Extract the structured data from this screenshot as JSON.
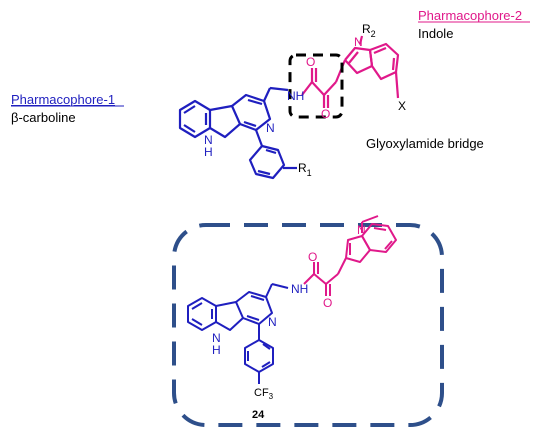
{
  "pharmacophore_1": {
    "title": "Pharmacophore-1",
    "subtitle": "β-carboline"
  },
  "pharmacophore_2": {
    "title": "Pharmacophore-2",
    "subtitle": "Indole"
  },
  "bridge_label": "Glyoxylamide bridge",
  "atoms": {
    "nh_amide": "NH",
    "o_left": "O",
    "o_right": "O",
    "n_indole": "N",
    "r2": "R",
    "r2_sub": "2",
    "x": "X",
    "n_pyridine": "N",
    "nh_indole": "NH",
    "nh_indole_top": "N",
    "nh_indole_bottom": "H",
    "r1": "R",
    "r1_sub": "1",
    "cf3": "CF",
    "cf3_sub": "3"
  },
  "compound_number": "24",
  "colors": {
    "blue": "#1f1fbf",
    "magenta": "#e0198a",
    "box_blue": "#2e4f8a",
    "black": "#000000"
  }
}
